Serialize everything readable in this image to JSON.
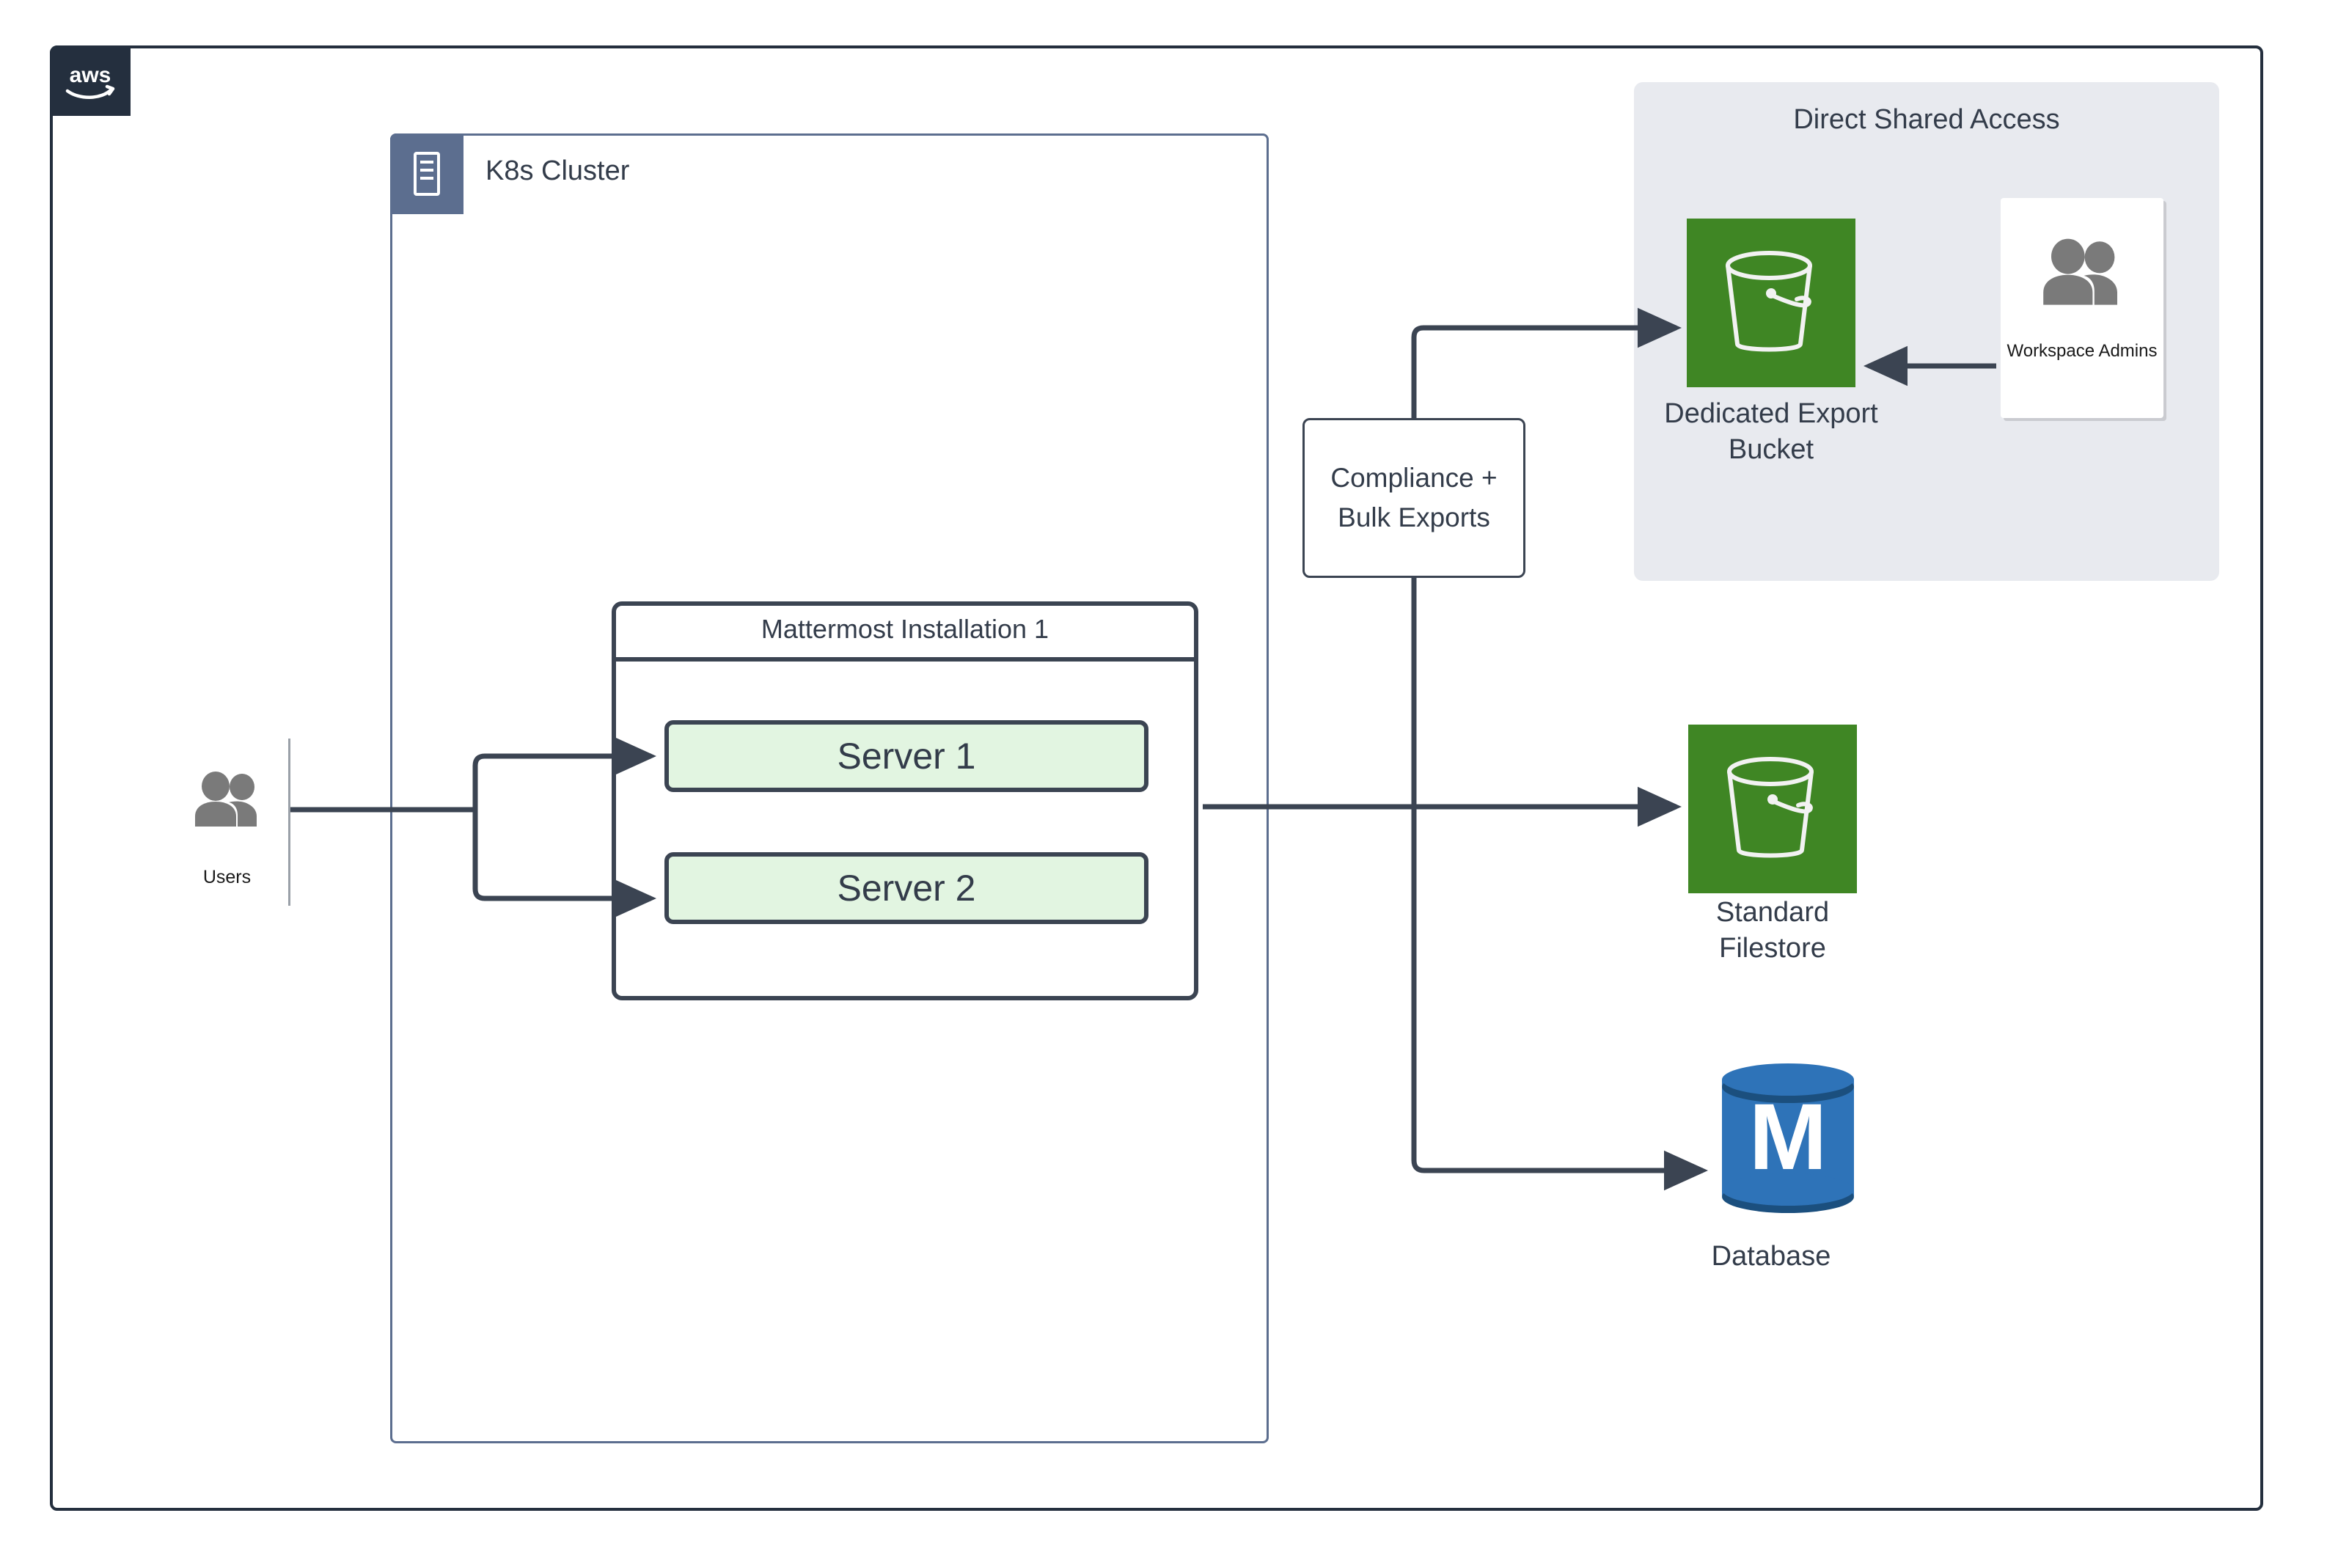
{
  "diagram": {
    "provider": "aws",
    "provider_logo": "aws-logo",
    "colors": {
      "aws_badge": "#242F3E",
      "k8s_badge": "#5C6E8F",
      "s3_green": "#3F8624",
      "server_fill": "#E2F5E1",
      "stroke_dark": "#3B4452",
      "group_bg": "#E8EAEF",
      "db_blue": "#2E73B8",
      "db_blue_dark": "#1B4F7E",
      "person_gray": "#7A7A7A"
    }
  },
  "k8s_cluster": {
    "label": "K8s Cluster",
    "icon": "server-rack-icon"
  },
  "mattermost": {
    "title": "Mattermost Installation 1",
    "servers": [
      {
        "label": "Server 1"
      },
      {
        "label": "Server 2"
      }
    ]
  },
  "users": {
    "label": "Users",
    "icon": "users-group-icon"
  },
  "compliance": {
    "line1": "Compliance +",
    "line2": "Bulk Exports"
  },
  "direct_shared_access": {
    "title": "Direct Shared Access",
    "workspace_admins": {
      "label": "Workspace Admins",
      "icon": "users-group-icon"
    },
    "export_bucket": {
      "label_line1": "Dedicated Export",
      "label_line2": "Bucket",
      "icon": "s3-bucket-icon"
    }
  },
  "storage": {
    "filestore": {
      "label_line1": "Standard",
      "label_line2": "Filestore",
      "icon": "s3-bucket-icon"
    },
    "database": {
      "label": "Database",
      "icon": "database-cylinder-icon",
      "letter": "M"
    }
  },
  "connections": [
    {
      "from": "users",
      "to": "server-1",
      "style": "orthogonal-arrow"
    },
    {
      "from": "users",
      "to": "server-2",
      "style": "orthogonal-arrow"
    },
    {
      "from": "mattermost",
      "to": "filestore",
      "style": "straight-arrow"
    },
    {
      "from": "compliance",
      "to": "export-bucket",
      "style": "orthogonal-arrow"
    },
    {
      "from": "compliance",
      "to": "database",
      "style": "orthogonal-arrow"
    },
    {
      "from": "workspace-admins",
      "to": "export-bucket",
      "style": "straight-arrow"
    }
  ]
}
